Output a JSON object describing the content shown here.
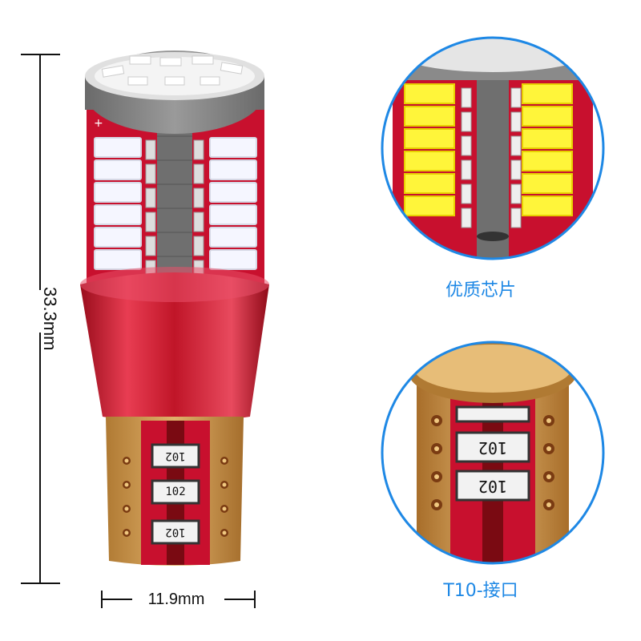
{
  "dimensions": {
    "height_label": "33.3mm",
    "width_label": "11.9mm"
  },
  "resistor_code": "102",
  "captions": {
    "chip": "优质芯片",
    "connector": "T10-接口"
  },
  "colors": {
    "accent": "#1e88e5",
    "pcb_red": "#c8102e",
    "cap_red": "#d8253d",
    "gold": "#c9954a",
    "led_white": "#f5f6ff",
    "led_yellow": "#fff53a"
  }
}
